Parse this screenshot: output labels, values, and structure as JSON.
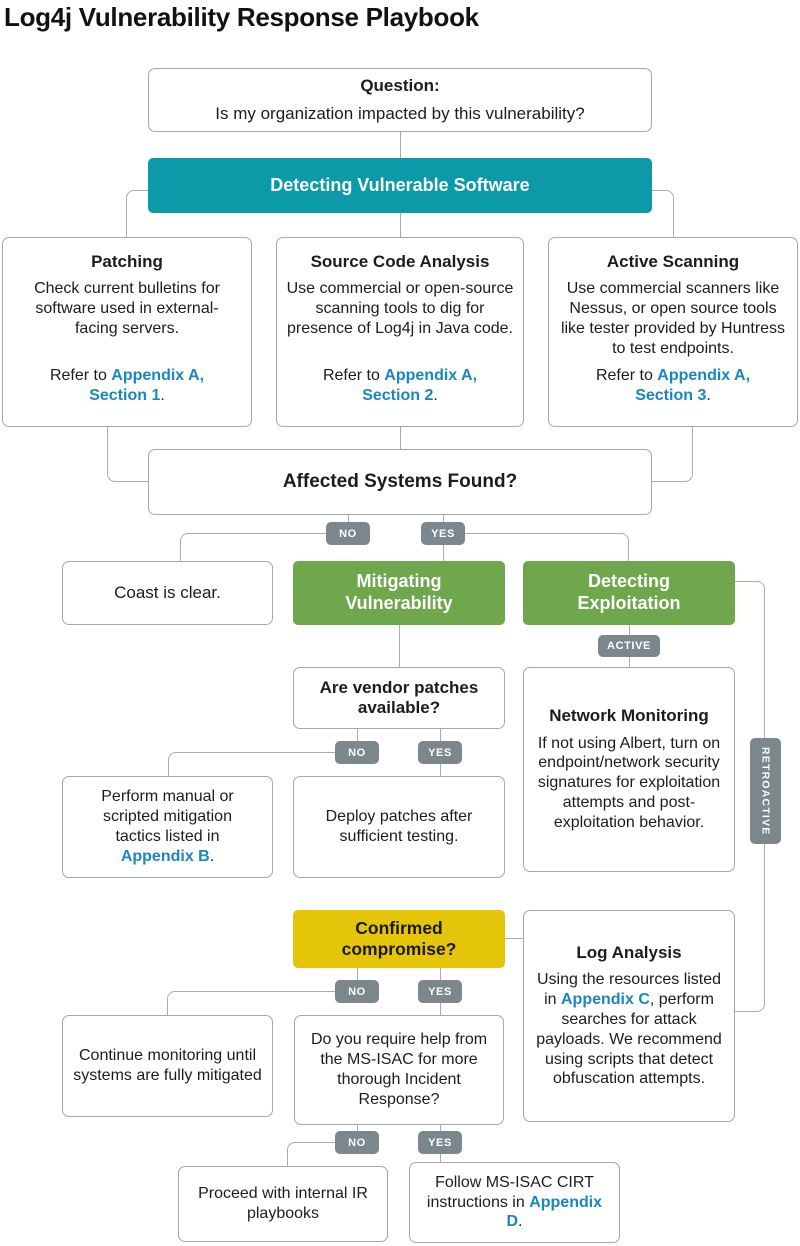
{
  "title": "Log4j Vulnerability Response Playbook",
  "badges": {
    "no": "NO",
    "yes": "YES",
    "active": "ACTIVE",
    "retroactive": "RETROACTIVE"
  },
  "question": {
    "label": "Question:",
    "text": "Is my organization impacted by this vulnerability?"
  },
  "detecting_software": {
    "header": "Detecting Vulnerable Software"
  },
  "branches": {
    "patching": {
      "title": "Patching",
      "body": "Check current bulletins for software used in external-facing servers.",
      "refer_prefix": "Refer to ",
      "link": "Appendix A, Section 1",
      "refer_suffix": "."
    },
    "source_code": {
      "title": "Source Code Analysis",
      "body": "Use commercial or open-source scanning tools to dig for presence of Log4j in Java code.",
      "refer_prefix": "Refer to ",
      "link": "Appendix A, Section 2",
      "refer_suffix": "."
    },
    "active_scanning": {
      "title": "Active Scanning",
      "body": "Use commercial scanners like Nessus, or open source tools like tester provided by Huntress to test endpoints.",
      "refer_prefix": "Refer to ",
      "link": "Appendix A, Section 3",
      "refer_suffix": "."
    }
  },
  "affected_systems": {
    "question": "Affected Systems Found?"
  },
  "coast_clear": {
    "text": "Coast is clear."
  },
  "mitigating": {
    "header": "Mitigating Vulnerability"
  },
  "detecting_exploitation": {
    "header": "Detecting Exploitation"
  },
  "vendor_patches": {
    "question": "Are vendor patches available?"
  },
  "network_monitoring": {
    "title": "Network Monitoring",
    "body": "If not using Albert, turn on endpoint/network security signatures for exploitation attempts and post-exploitation behavior."
  },
  "manual_mitigation": {
    "body_prefix": "Perform manual or scripted mitigation tactics listed in ",
    "link": "Appendix B",
    "body_suffix": "."
  },
  "deploy_patches": {
    "text": "Deploy patches after sufficient testing."
  },
  "confirmed_compromise": {
    "question": "Confirmed compromise?"
  },
  "log_analysis": {
    "title": "Log Analysis",
    "body_prefix": "Using the resources listed in ",
    "link": "Appendix C",
    "body_suffix": ", perform searches for attack payloads. We recommend using scripts that detect obfuscation attempts."
  },
  "continue_monitoring": {
    "text": "Continue monitoring until systems are fully mitigated"
  },
  "ms_isac_question": {
    "text": "Do you require help from the MS-ISAC for more thorough Incident Response?"
  },
  "proceed_internal": {
    "text": "Proceed with internal IR playbooks"
  },
  "follow_cirt": {
    "body_prefix": "Follow MS-ISAC CIRT instructions in ",
    "link": "Appendix D",
    "body_suffix": "."
  },
  "colors": {
    "teal": "#0d9aa8",
    "green": "#6fa74d",
    "yellow": "#e4c50a",
    "badge_gray": "#7b878d",
    "link_blue": "#1b86bd",
    "line_gray": "#a6acb0"
  }
}
